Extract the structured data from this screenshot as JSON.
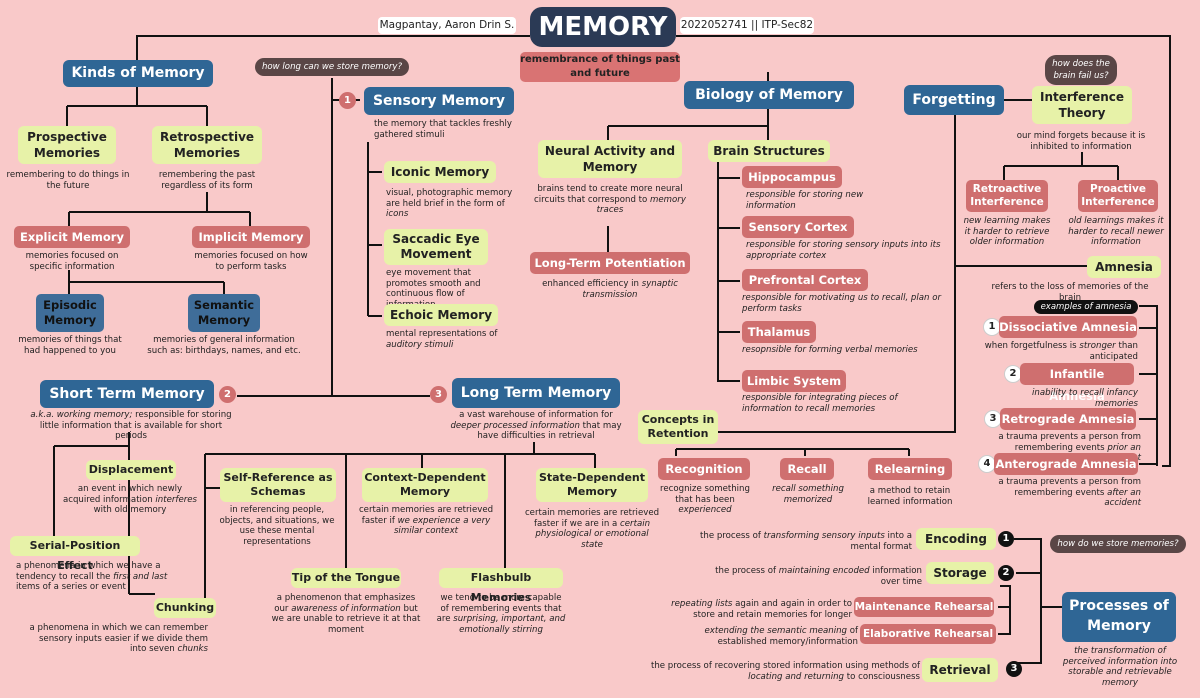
{
  "header": {
    "author": "Magpantay, Aaron Drin S.",
    "title": "MEMORY",
    "student_id": "2022052741 || ITP-Sec82",
    "subtitle": "remembrance of things past and future"
  },
  "kinds": {
    "title": "Kinds of Memory",
    "question": "how long can we store memory?",
    "prospective": {
      "label": "Prospective Memories",
      "desc": "remembering to do things in the future"
    },
    "retrospective": {
      "label": "Retrospective Memories",
      "desc": "remembering the past regardless of its form"
    },
    "explicit": {
      "label": "Explicit Memory",
      "desc": "memories focused on specific information"
    },
    "implicit": {
      "label": "Implicit Memory",
      "desc": "memories focused on how to perform tasks"
    },
    "episodic": {
      "label": "Episodic Memory",
      "desc": "memories of things that had happened to you"
    },
    "semantic": {
      "label": "Semantic Memory",
      "desc": "memories of general information such as: birthdays, names, and etc."
    }
  },
  "sensory": {
    "num": "1",
    "title": "Sensory Memory",
    "desc": "the memory that tackles freshly gathered stimuli",
    "iconic": {
      "label": "Iconic Memory",
      "desc_a": "visual, photographic memory are held brief in the form of ",
      "desc_b": "icons"
    },
    "saccadic": {
      "label": "Saccadic Eye Movement",
      "desc": "eye movement that promotes smooth and continuous flow of information"
    },
    "echoic": {
      "label": "Echoic Memory",
      "desc_a": "mental representations of ",
      "desc_b": "auditory stimuli"
    }
  },
  "short_term": {
    "num": "2",
    "title": "Short Term Memory",
    "desc_a": "a.k.a. working memory;",
    "desc_b": " responsible for storing little information that is available for short periods",
    "displacement": {
      "label": "Displacement",
      "desc_a": "an event in which newly acquired information ",
      "desc_b": "interferes",
      "desc_c": " with old memory"
    },
    "serial": {
      "label": "Serial-Position Effect",
      "desc_a": "a phenomena in which we have a tendency to recall the ",
      "desc_b": "first and last",
      "desc_c": " items of a series or event"
    },
    "chunking": {
      "label": "Chunking",
      "desc_a": "a phenomena in which we can remember sensory inputs easier if we divide them into seven ",
      "desc_b": "chunks"
    }
  },
  "long_term": {
    "num": "3",
    "title": "Long Term Memory",
    "desc_a": "a vast warehouse of information for ",
    "desc_b": "deeper processed information",
    "desc_c": " that may have difficulties in retrieval",
    "self_ref": {
      "label": "Self-Reference as Schemas",
      "desc": "in referencing people, objects, and situations, we use these mental representations"
    },
    "context": {
      "label": "Context-Dependent Memory",
      "desc_a": "certain memories are retrieved faster if ",
      "desc_b": "we experience a very similar context"
    },
    "state": {
      "label": "State-Dependent Memory",
      "desc_a": "certain memories are retrieved faster if we are in a ",
      "desc_b": "certain physiological or emotional state"
    },
    "tip": {
      "label": "Tip of the Tongue",
      "desc_a": "a phenomenon that emphasizes our ",
      "desc_b": "awareness of information",
      "desc_c": " but we are unable to retrieve it at that moment"
    },
    "flashbulb": {
      "label": "Flashbulb Memories",
      "desc_a": "we tend to be more capable of remembering events that are ",
      "desc_b": "surprising, important, and emotionally stirring"
    }
  },
  "biology": {
    "title": "Biology of Memory",
    "neural": {
      "label": "Neural Activity and Memory",
      "desc_a": "brains tend to create more neural circuits that correspond to ",
      "desc_b": "memory traces"
    },
    "ltp": {
      "label": "Long-Term Potentiation",
      "desc_a": "enhanced efficiency in ",
      "desc_b": "synaptic transmission"
    },
    "structures": {
      "label": "Brain Structures",
      "items": [
        {
          "label": "Hippocampus",
          "desc": "responsible for storing new information"
        },
        {
          "label": "Sensory Cortex",
          "desc": "responsible for storing sensory inputs into its appropriate cortex"
        },
        {
          "label": "Prefrontal Cortex",
          "desc": "responsible for motivating us to recall, plan or perform tasks"
        },
        {
          "label": "Thalamus",
          "desc": "resopnsible for forming verbal memories"
        },
        {
          "label": "Limbic System",
          "desc": "responsible for integrating pieces of information to recall memories"
        }
      ]
    }
  },
  "retention": {
    "label": "Concepts in Retention",
    "items": [
      {
        "label": "Recognition",
        "desc_a": "recognize something that has been ",
        "desc_b": "experienced"
      },
      {
        "label": "Recall",
        "desc_a": "recall something ",
        "desc_b": "memorized"
      },
      {
        "label": "Relearning",
        "desc_a": "a method to retain learned information",
        "desc_b": ""
      }
    ]
  },
  "forgetting": {
    "title": "Forgetting",
    "question": "how does the brain fail us?",
    "interference": {
      "label": "Interference Theory",
      "desc": "our mind forgets because it is inhibited to information"
    },
    "retroactive": {
      "label": "Retroactive Interference",
      "desc": "new learning makes it harder to retrieve older information"
    },
    "proactive": {
      "label": "Proactive Interference",
      "desc": "old learnings makes it harder to recall newer information"
    },
    "amnesia": {
      "label": "Amnesia",
      "desc": "refers to the loss of memories of the brain",
      "examples_label": "examples of amnesia",
      "items": [
        {
          "num": "1",
          "label": "Dissociative Amnesia",
          "desc_a": "when forgetfulness is ",
          "desc_b": "stronger",
          "desc_c": " than anticipated"
        },
        {
          "num": "2",
          "label": "Infantile Amnesia",
          "desc_a": "inability to recall infancy memories",
          "desc_b": "",
          "desc_c": ""
        },
        {
          "num": "3",
          "label": "Retrograde Amnesia",
          "desc_a": "a trauma prevents a person from remembering events ",
          "desc_b": "prior an accident",
          "desc_c": ""
        },
        {
          "num": "4",
          "label": "Anterograde Amnesia",
          "desc_a": "a trauma prevents a person from remembering events ",
          "desc_b": "after an accident",
          "desc_c": ""
        }
      ]
    }
  },
  "processes": {
    "title": "Processes of Memory",
    "question": "how do we store memories?",
    "desc": "the transformation of perceived information into storable and retrievable memory",
    "encoding": {
      "num": "1",
      "label": "Encoding",
      "desc_a": "the process of ",
      "desc_b": "transforming sensory inputs",
      "desc_c": " into a mental format"
    },
    "storage": {
      "num": "2",
      "label": "Storage",
      "desc_a": "the process of ",
      "desc_b": "maintaining encoded",
      "desc_c": " information over time"
    },
    "maintenance": {
      "label": "Maintenance Rehearsal",
      "desc_a": "repeating lists",
      "desc_b": " again and again in order to store and retain memories for longer"
    },
    "elaborative": {
      "label": "Elaborative Rehearsal",
      "desc_a": "extending the semantic meaning",
      "desc_b": " of established memory/information"
    },
    "retrieval": {
      "num": "3",
      "label": "Retrieval",
      "desc_a": "the process of recovering stored information using methods of ",
      "desc_b": "locating and returning",
      "desc_c": " to consciousness"
    }
  },
  "colors": {
    "background": "#f9c9c9",
    "blue": "#2f6695",
    "dark": "#2b3a55",
    "green": "#e7f2a8",
    "rose": "#cf6f6f",
    "bubble": "#5a4646"
  }
}
